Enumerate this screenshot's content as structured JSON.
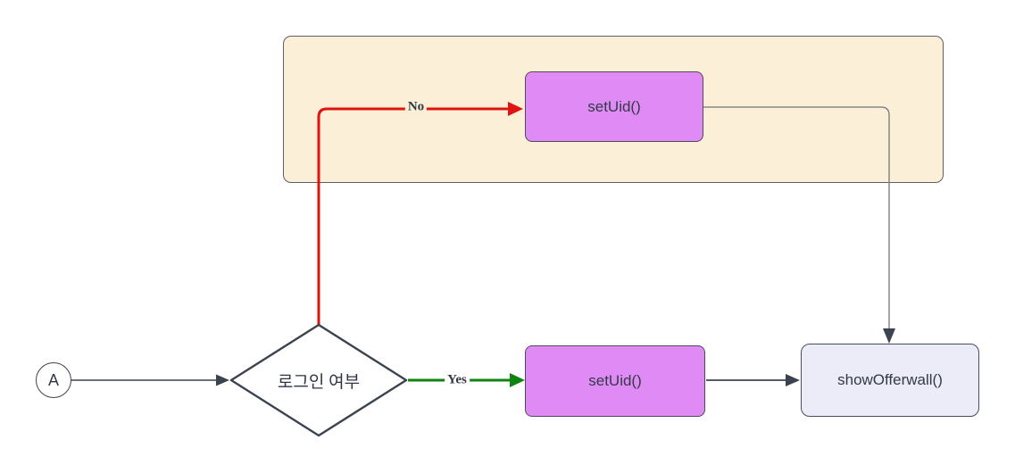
{
  "diagram": {
    "start": {
      "label": "A"
    },
    "decision": {
      "label": "로그인 여부"
    },
    "nodes": {
      "setuid_no": {
        "label": "setUid()"
      },
      "setuid_yes": {
        "label": "setUid()"
      },
      "show_offerwall": {
        "label": "showOfferwall()"
      }
    },
    "edge_labels": {
      "no": "No",
      "yes": "Yes"
    },
    "colors": {
      "no_edge": "#E11212",
      "yes_edge": "#0F830F",
      "default_edge": "#3B4350",
      "node_purple_fill": "#E08BF5",
      "node_lavender_fill": "#ECECF9",
      "subgraph_fill": "#FBF0D7",
      "shape_stroke": "#3B4350"
    }
  }
}
